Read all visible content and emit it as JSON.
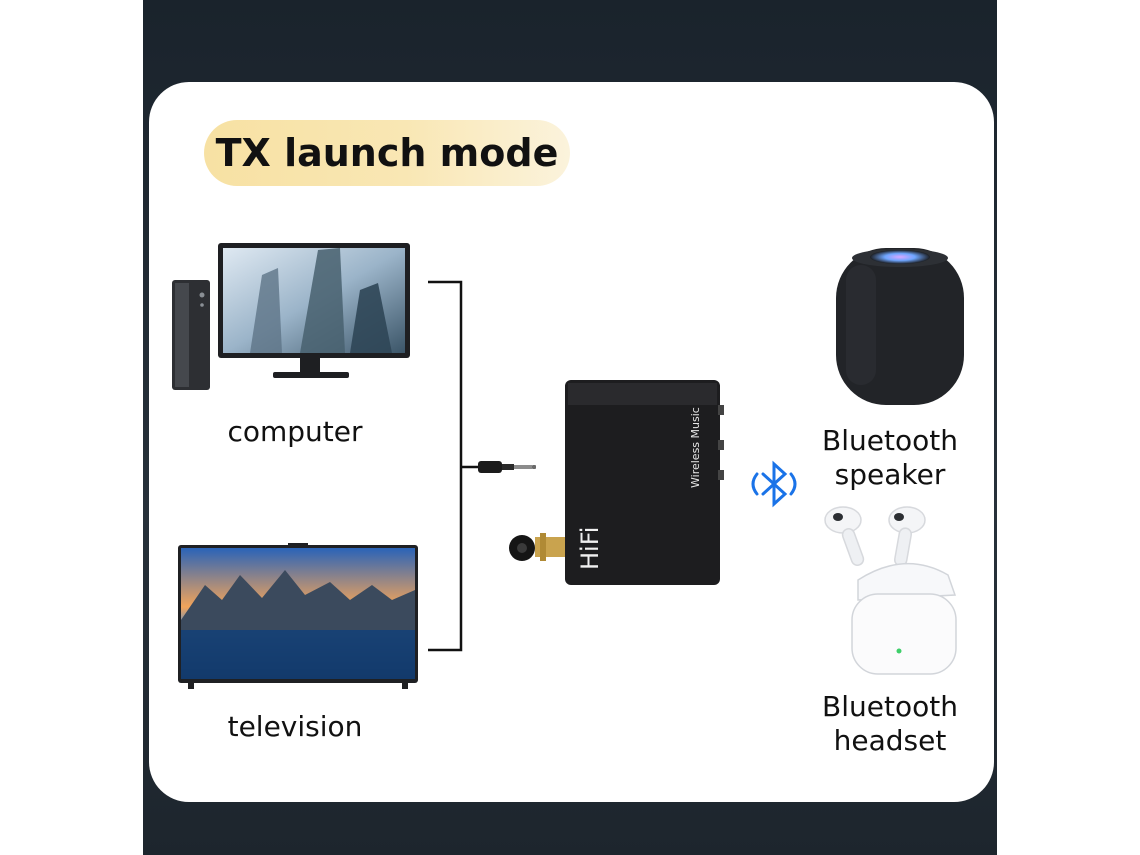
{
  "title": "TX launch mode",
  "sources": [
    {
      "label": "computer"
    },
    {
      "label": "television"
    }
  ],
  "device": {
    "brand_text": "HiFi",
    "side_text": "Wireless Music"
  },
  "targets": [
    {
      "label_line1": "Bluetooth",
      "label_line2": "speaker"
    },
    {
      "label_line1": "Bluetooth",
      "label_line2": "headset"
    }
  ],
  "icons": [
    "desktop-computer-icon",
    "monitor-icon",
    "television-icon",
    "audio-jack-icon",
    "bluetooth-icon",
    "smart-speaker-icon",
    "earbuds-icon"
  ],
  "colors": {
    "frame": "#222b33",
    "card": "#ffffff",
    "pill": "#f8e3a8",
    "bluetooth": "#1a73e8"
  }
}
